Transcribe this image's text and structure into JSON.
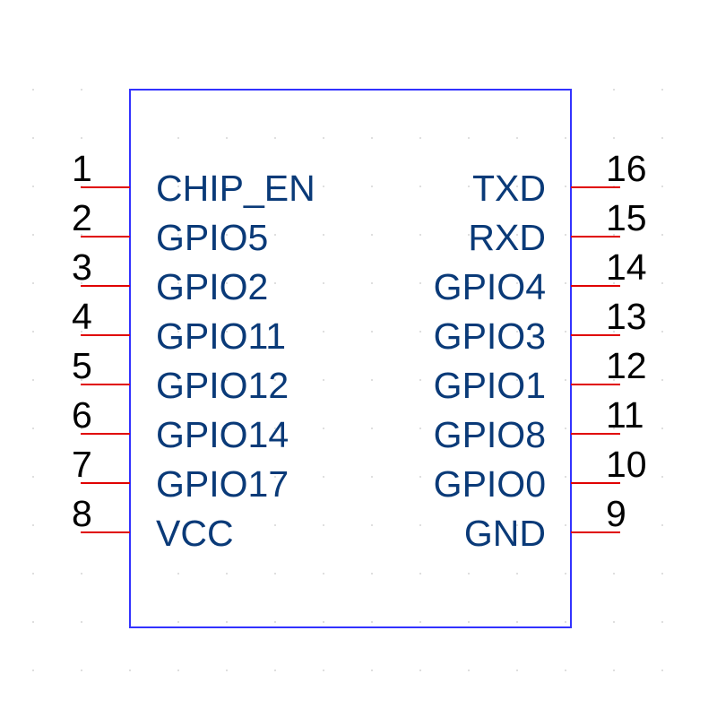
{
  "colors": {
    "body_outline": "#3333ff",
    "pin_line": "#e00000",
    "pin_name": "#0a3a78",
    "pin_number": "#000000",
    "grid_dot": "#c8c8c8",
    "background": "#ffffff"
  },
  "component": {
    "left_pins": [
      {
        "number": "1",
        "name": "CHIP_EN"
      },
      {
        "number": "2",
        "name": "GPIO5"
      },
      {
        "number": "3",
        "name": "GPIO2"
      },
      {
        "number": "4",
        "name": "GPIO11"
      },
      {
        "number": "5",
        "name": "GPIO12"
      },
      {
        "number": "6",
        "name": "GPIO14"
      },
      {
        "number": "7",
        "name": "GPIO17"
      },
      {
        "number": "8",
        "name": "VCC"
      }
    ],
    "right_pins": [
      {
        "number": "16",
        "name": "TXD"
      },
      {
        "number": "15",
        "name": "RXD"
      },
      {
        "number": "14",
        "name": "GPIO4"
      },
      {
        "number": "13",
        "name": "GPIO3"
      },
      {
        "number": "12",
        "name": "GPIO1"
      },
      {
        "number": "11",
        "name": "GPIO8"
      },
      {
        "number": "10",
        "name": "GPIO0"
      },
      {
        "number": "9",
        "name": "GND"
      }
    ]
  }
}
